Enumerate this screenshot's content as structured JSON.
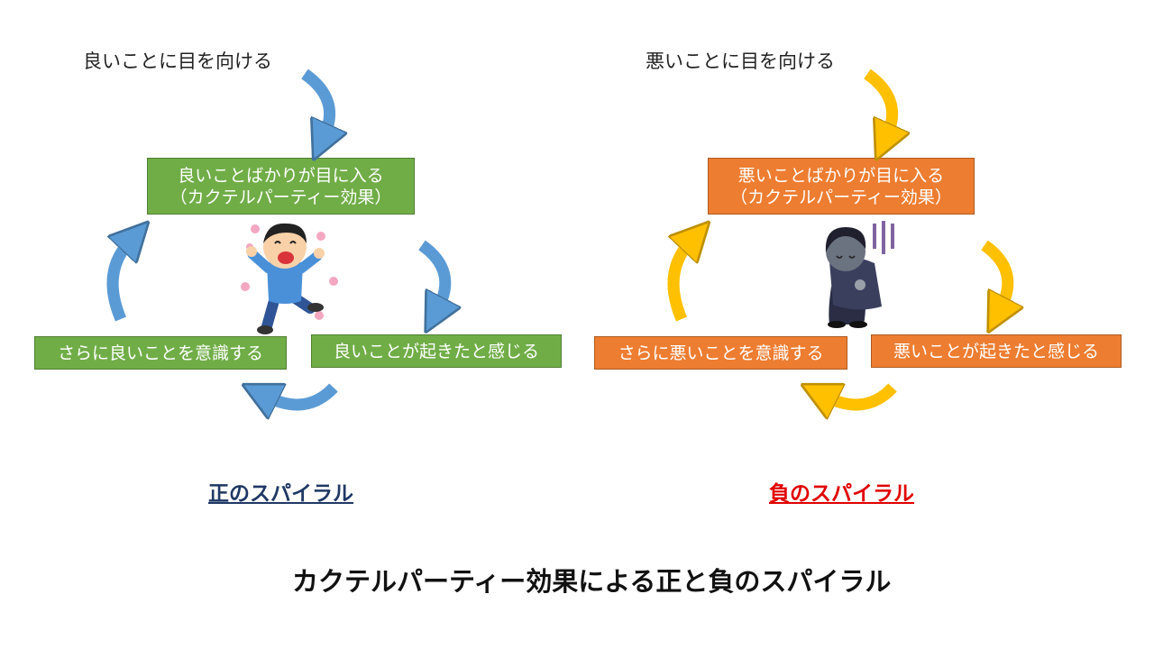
{
  "left": {
    "top_text": "良いことに目を向ける",
    "box_main": {
      "line1": "良いことばかりが目に入る",
      "line2": "（カクテルパーティー効果）"
    },
    "box_left": "さらに良いことを意識する",
    "box_right": "良いことが起きたと感じる",
    "spiral_label": "正のスパイラル",
    "box_color": "#70ad47",
    "arrow_color": "#5b9bd5",
    "label_color": "#1f3864"
  },
  "right": {
    "top_text": "悪いことに目を向ける",
    "box_main": {
      "line1": "悪いことばかりが目に入る",
      "line2": "（カクテルパーティー効果）"
    },
    "box_left": "さらに悪いことを意識する",
    "box_right": "悪いことが起きたと感じる",
    "spiral_label": "負のスパイラル",
    "box_color": "#ed7d31",
    "arrow_color": "#ffc000",
    "label_color": "#e00000"
  },
  "caption": "カクテルパーティー効果による正と負のスパイラル",
  "illustrations": {
    "left": "happy-man-jumping",
    "right": "depressed-man-hugging-knees"
  }
}
